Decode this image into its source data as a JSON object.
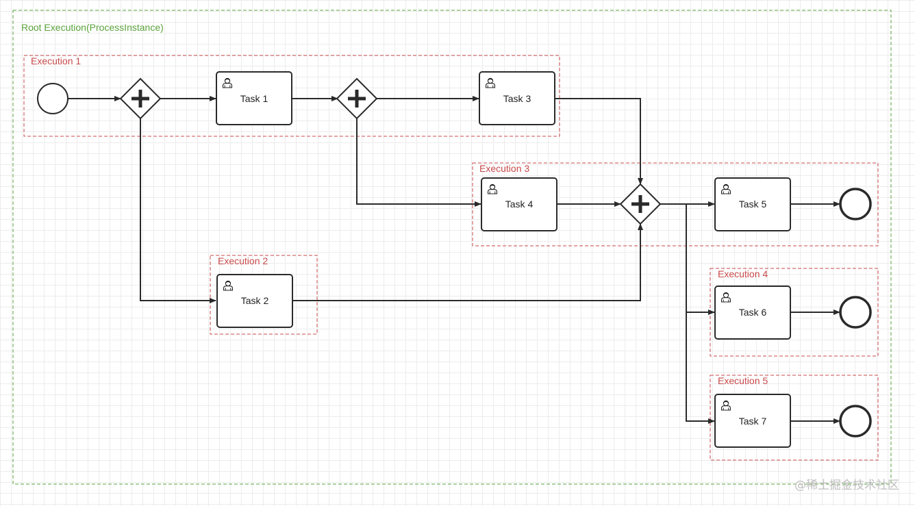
{
  "colors": {
    "root_border": "#5aa33c",
    "execution_border": "#c94a4a",
    "stroke": "#2a2a2a",
    "watermark": "#bfbfbf"
  },
  "root": {
    "label": "Root Execution(ProcessInstance)"
  },
  "executions": [
    {
      "id": "exec1",
      "label": "Execution 1"
    },
    {
      "id": "exec2",
      "label": "Execution 2"
    },
    {
      "id": "exec3",
      "label": "Execution 3"
    },
    {
      "id": "exec4",
      "label": "Execution 4"
    },
    {
      "id": "exec5",
      "label": "Execution 5"
    }
  ],
  "tasks": [
    {
      "id": "t1",
      "label": "Task 1",
      "icon": "user-task-icon"
    },
    {
      "id": "t2",
      "label": "Task 2",
      "icon": "user-task-icon"
    },
    {
      "id": "t3",
      "label": "Task 3",
      "icon": "user-task-icon"
    },
    {
      "id": "t4",
      "label": "Task 4",
      "icon": "user-task-icon"
    },
    {
      "id": "t5",
      "label": "Task 5",
      "icon": "user-task-icon"
    },
    {
      "id": "t6",
      "label": "Task 6",
      "icon": "user-task-icon"
    },
    {
      "id": "t7",
      "label": "Task 7",
      "icon": "user-task-icon"
    }
  ],
  "gateways": [
    {
      "id": "g1",
      "type": "parallel",
      "icon": "plus-icon"
    },
    {
      "id": "g2",
      "type": "parallel",
      "icon": "plus-icon"
    },
    {
      "id": "g3",
      "type": "parallel",
      "icon": "plus-icon"
    }
  ],
  "events": [
    {
      "id": "start",
      "type": "start"
    },
    {
      "id": "end1",
      "type": "end"
    },
    {
      "id": "end2",
      "type": "end"
    },
    {
      "id": "end3",
      "type": "end"
    }
  ],
  "watermark": "@稀土掘金技术社区"
}
